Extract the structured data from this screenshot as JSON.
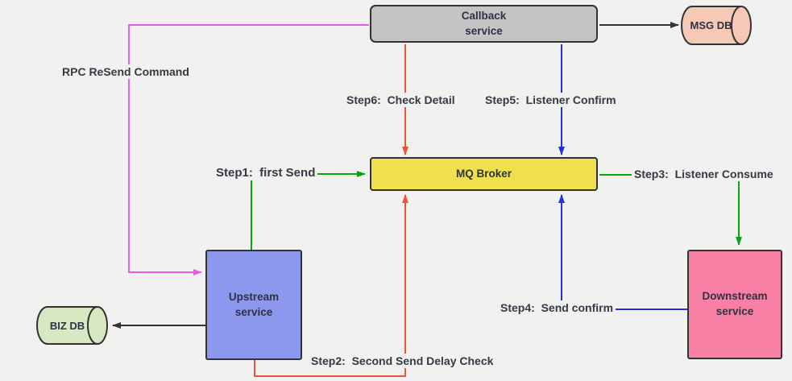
{
  "diagram": {
    "background_color": "#f1f2ef",
    "nodes": {
      "callback": {
        "label": "Callback\nservice",
        "fill": "#c4c4c4",
        "shape": "rounded-rect"
      },
      "msg_db": {
        "label": "MSG DB",
        "fill": "#f5c9b6",
        "shape": "cylinder"
      },
      "mq_broker": {
        "label": "MQ Broker",
        "fill": "#f0e04d",
        "shape": "rounded-rect"
      },
      "upstream": {
        "label": "Upstream\nservice",
        "fill": "#8c97ee",
        "shape": "rounded-rect"
      },
      "biz_db": {
        "label": "BIZ DB",
        "fill": "#d8e8c2",
        "shape": "cylinder"
      },
      "downstream": {
        "label": "Downstream\nservice",
        "fill": "#f980a5",
        "shape": "rounded-rect"
      }
    },
    "edge_labels": {
      "rpc": "RPC ReSend Command",
      "step1": "Step1:  first Send",
      "step2": "Step2:  Second Send Delay Check",
      "step3": "Step3:  Listener Consume",
      "step4": "Step4:  Send confirm",
      "step5": "Step5:  Listener Confirm",
      "step6": "Step6:  Check Detail"
    },
    "edge_colors": {
      "rpc_resend": "#e55ce5",
      "first_send": "#0aa312",
      "second_send_delay_check": "#e8543c",
      "listener_consume": "#0aa312",
      "send_confirm": "#2433d8",
      "listener_confirm": "#2433d8",
      "check_detail": "#e8543c",
      "db_arrows": "#333333"
    }
  }
}
